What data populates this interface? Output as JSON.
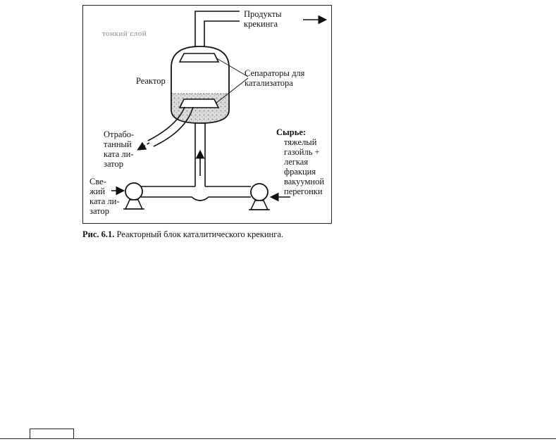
{
  "figure": {
    "labels": {
      "products": "Продукты\nкрекинга",
      "reactor": "Реактор",
      "separators": "Сепараторы для\nкатализатора",
      "spent_catalyst": "Отрабо-\nтанный\nката ли-\nзатор",
      "feed_title": "Сырье:",
      "feed_desc": "тяжелый\nгазойль +\nлегкая\nфракция\nвакуумной\nперегонки",
      "fresh_catalyst": "Све-\nжий\nката ли-\nзатор"
    },
    "faint_text": "тонкий\nслой"
  },
  "caption": {
    "number": "Рис. 6.1.",
    "text": " Реакторный блок каталитического крекинга."
  }
}
